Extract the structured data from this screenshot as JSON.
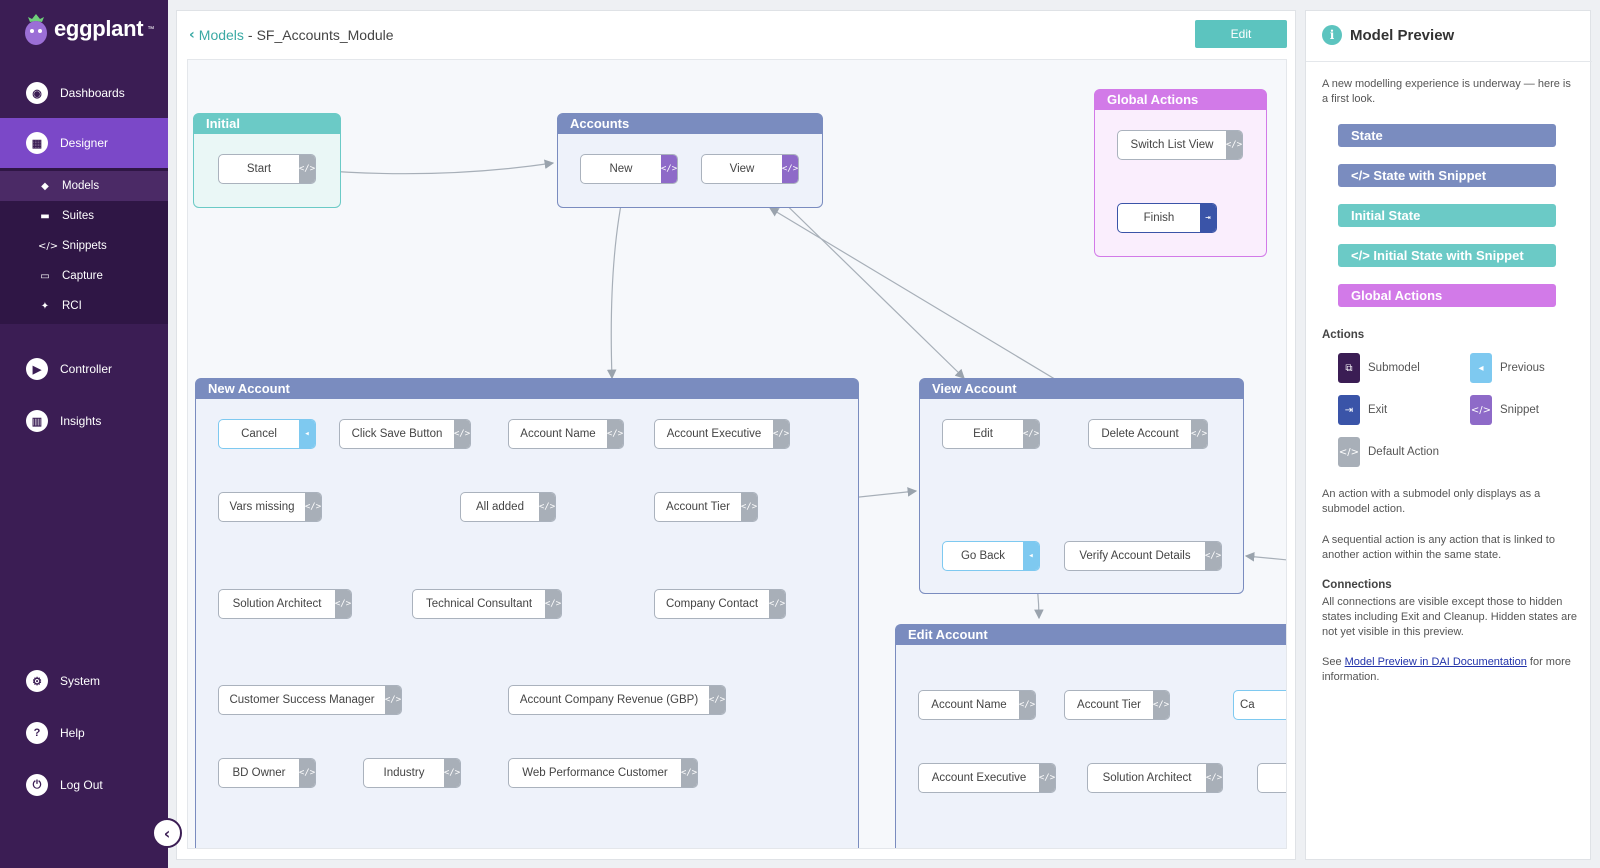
{
  "brand": {
    "name": "eggplant",
    "tm": "™"
  },
  "nav": {
    "dashboards": "Dashboards",
    "designer": "Designer",
    "controller": "Controller",
    "insights": "Insights",
    "system": "System",
    "help": "Help",
    "logout": "Log Out"
  },
  "subnav": {
    "models": "Models",
    "suites": "Suites",
    "snippets": "Snippets",
    "capture": "Capture",
    "rci": "RCI"
  },
  "header": {
    "back_icon": "chevron-left-icon",
    "models_link": "Models",
    "separator": " - ",
    "model_name": "SF_Accounts_Module",
    "edit_label": "Edit"
  },
  "states": {
    "initial": {
      "title": "Initial",
      "actions": {
        "start": "Start"
      }
    },
    "accounts": {
      "title": "Accounts",
      "actions": {
        "new": "New",
        "view": "View"
      }
    },
    "global": {
      "title": "Global Actions",
      "actions": {
        "switch": "Switch List View",
        "finish": "Finish"
      }
    },
    "new_account": {
      "title": "New Account",
      "actions": {
        "cancel": "Cancel",
        "click_save": "Click Save Button",
        "account_name": "Account Name",
        "account_exec": "Account Executive",
        "vars_missing": "Vars missing",
        "all_added": "All added",
        "account_tier": "Account Tier",
        "solution_arch": "Solution Architect",
        "tech_consultant": "Technical Consultant",
        "company_contact": "Company Contact",
        "csm": "Customer Success Manager",
        "revenue": "Account Company Revenue (GBP)",
        "bd_owner": "BD Owner",
        "industry": "Industry",
        "web_perf": "Web Performance Customer"
      }
    },
    "view_account": {
      "title": "View Account",
      "actions": {
        "edit": "Edit",
        "delete": "Delete Account",
        "go_back": "Go Back",
        "verify": "Verify Account Details"
      }
    },
    "edit_account": {
      "title": "Edit Account",
      "actions": {
        "account_name": "Account Name",
        "account_tier": "Account Tier",
        "partial": "Ca",
        "account_exec": "Account Executive",
        "solution_arch": "Solution Architect"
      }
    }
  },
  "preview": {
    "title": "Model Preview",
    "intro": "A new modelling experience is underway — here is a first look.",
    "legend": {
      "state": "State",
      "state_snippet": "State with Snippet",
      "initial_state": "Initial State",
      "initial_state_snippet": "Initial State with Snippet",
      "global_actions": "Global Actions"
    },
    "actions_heading": "Actions",
    "actions": {
      "submodel": "Submodel",
      "previous": "Previous",
      "exit": "Exit",
      "snippet": "Snippet",
      "default": "Default Action"
    },
    "p_submodel": "An action with a submodel only displays as a submodel action.",
    "p_sequential": "A sequential action is any action that is linked to another action within the same state.",
    "connections_heading": "Connections",
    "p_connections": "All connections are visible except those to hidden states including Exit and Cleanup. Hidden states are not yet visible in this preview.",
    "see": "See ",
    "doc_link": "Model Preview in DAI Documentation",
    "more": " for more information."
  },
  "colors": {
    "sidebar": "#3b1d54",
    "active": "#7b48c8",
    "accent": "#5cc4bf",
    "state": "#7a8cbf",
    "global": "#d27ae8"
  }
}
